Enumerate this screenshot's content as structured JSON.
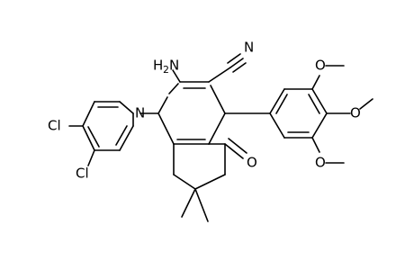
{
  "molecule": {
    "atoms": {
      "nitrile_n": "N",
      "amine": "H",
      "amine_sub": "2",
      "amine_n": "N",
      "ring_n": "N",
      "cl_para": "Cl",
      "cl_meta": "Cl",
      "oxo": "O",
      "ome_top": "O",
      "ome_mid": "O",
      "ome_bot": "O"
    }
  }
}
